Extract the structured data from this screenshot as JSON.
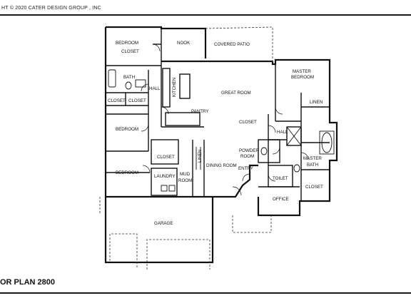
{
  "header": {
    "copyright": "HT © 2020  CATER DESIGN GROUP , INC"
  },
  "plan_title": "OR PLAN 2800",
  "rooms": {
    "bedroom_1": "BEDROOM",
    "closet_1": "CLOSET",
    "nook": "NOOK",
    "covered_patio": "COVERED PATIO",
    "bath": "BATH",
    "hall_1": "HALL",
    "kitchen": "KITCHEN",
    "great_room": "GREAT ROOM",
    "master_bedroom_1": "MASTER",
    "master_bedroom_2": "BEDROOM",
    "closet_2": "CLOSET",
    "closet_3": "CLOSET",
    "pantry": "PANTRY",
    "linen_1": "LINEN",
    "bedroom_2": "BEDROOM",
    "closet_4": "CLOSET",
    "hall_2": "HALL",
    "closet_5": "CLOSET",
    "powder_room_1": "POWDER",
    "powder_room_2": "ROOM",
    "linen_2": "LINEN",
    "master_bath_1": "MASTER",
    "master_bath_2": "BATH",
    "bedroom_3": "BEDROOM",
    "laundry": "LAUNDRY",
    "mud_room_1": "MUD",
    "mud_room_2": "ROOM",
    "dining_room": "DINING ROOM",
    "entry": "ENTRY",
    "toilet": "TOILET",
    "closet_6": "CLOSET",
    "office": "OFFICE",
    "garage": "GARAGE"
  }
}
